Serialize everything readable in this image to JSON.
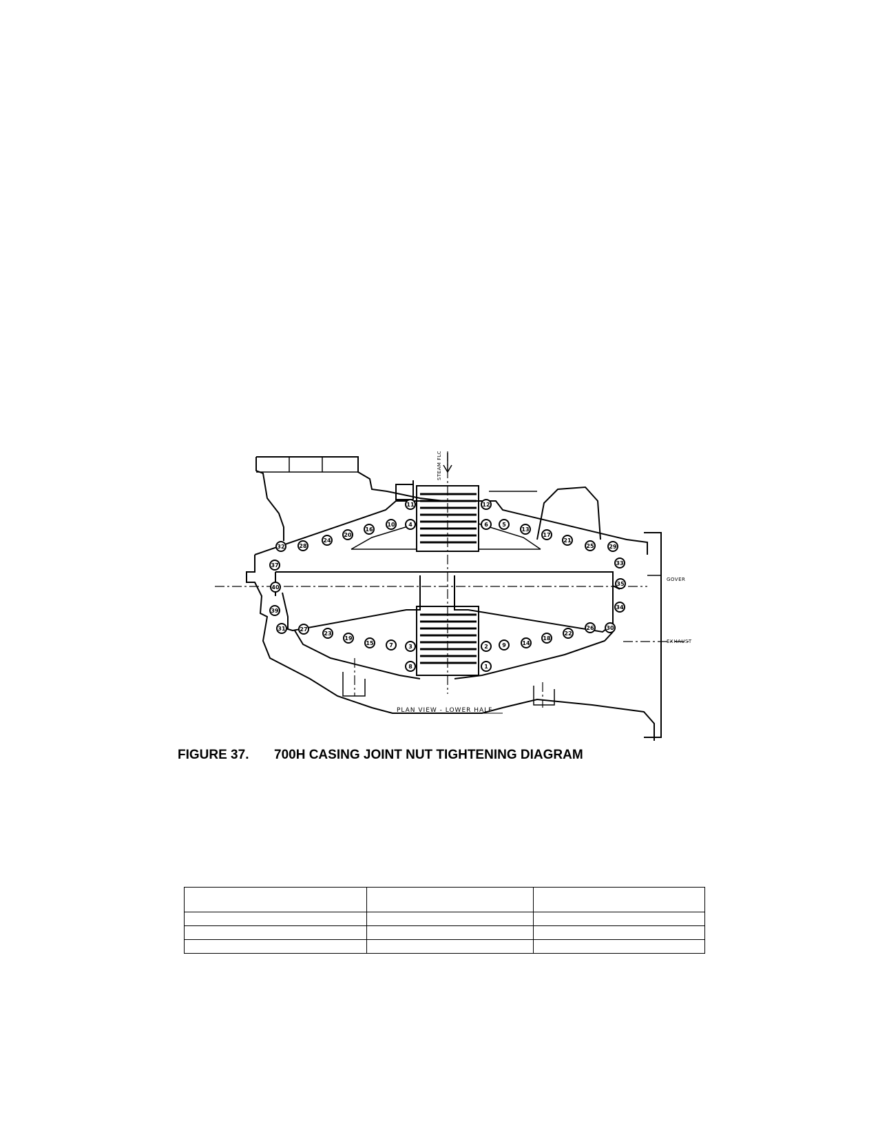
{
  "figure": {
    "number": "FIGURE 37.",
    "title": "700H CASING JOINT NUT TIGHTENING DIAGRAM"
  },
  "drawing": {
    "view_label": "PLAN VIEW - LOWER HALF",
    "steam_flow_label": "STEAM FLOW",
    "governor_label": "GOVER",
    "exhaust_label": "EXHAUST",
    "upper_flange_nuts": [
      "32",
      "28",
      "24",
      "20",
      "16",
      "10",
      "4",
      "11",
      "12",
      "6",
      "5",
      "13",
      "17",
      "21",
      "25",
      "29"
    ],
    "lower_flange_nuts": [
      "31",
      "27",
      "23",
      "19",
      "15",
      "7",
      "3",
      "2",
      "9",
      "14",
      "18",
      "22",
      "26",
      "30"
    ],
    "left_end_nuts": [
      "37",
      "40",
      "39"
    ],
    "right_end_nuts": [
      "33",
      "35",
      "34"
    ],
    "bottom_center_nuts": [
      "8",
      "1"
    ]
  },
  "table": {
    "rows": [
      [
        "",
        "",
        ""
      ],
      [
        "",
        "",
        ""
      ],
      [
        "",
        "",
        ""
      ],
      [
        "",
        "",
        ""
      ]
    ]
  }
}
